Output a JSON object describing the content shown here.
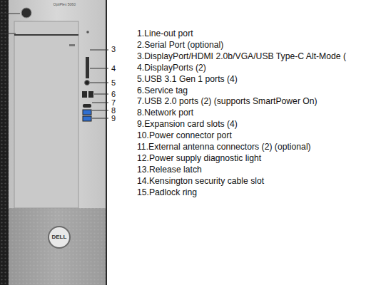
{
  "diagram": {
    "labels": [
      "OptiPlex 5060",
      "3",
      "4",
      "5",
      "6",
      "7",
      "8",
      "9",
      "DELL",
      "1.Line-out port",
      "2.Serial Port (optional)",
      "3.DisplayPort/HDMI 2.0b/VGA/USB Type-C Alt-Mode (",
      "4.DisplayPorts (2)",
      "5.USB 3.1 Gen 1 ports (4)",
      "6.Service tag",
      "7.USB 2.0 ports (2) (supports SmartPower On)",
      "8.Network port",
      "9.Expansion card slots (4)",
      "10.Power connector port",
      "11.External antenna connectors (2) (optional)",
      "12.Power supply diagnostic light",
      "13.Release latch",
      "14.Kensington security cable slot",
      "15.Padlock ring"
    ]
  }
}
